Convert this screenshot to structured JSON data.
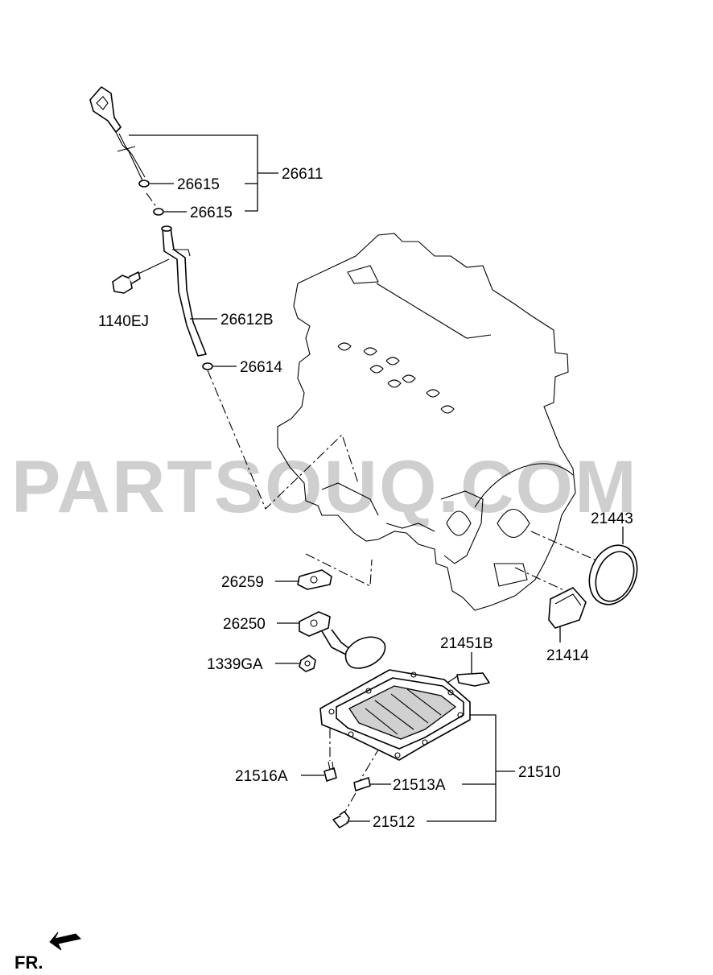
{
  "watermark": "PARTSOUQ.COM",
  "orientation_label": "FR.",
  "parts": {
    "p26611": "26611",
    "p26615a": "26615",
    "p26615b": "26615",
    "p1140EJ": "1140EJ",
    "p26612B": "26612B",
    "p26614": "26614",
    "p21443": "21443",
    "p26259": "26259",
    "p26250": "26250",
    "p21451B": "21451B",
    "p1339GA": "1339GA",
    "p21414": "21414",
    "p21510": "21510",
    "p21516A": "21516A",
    "p21513A": "21513A",
    "p21512": "21512"
  }
}
